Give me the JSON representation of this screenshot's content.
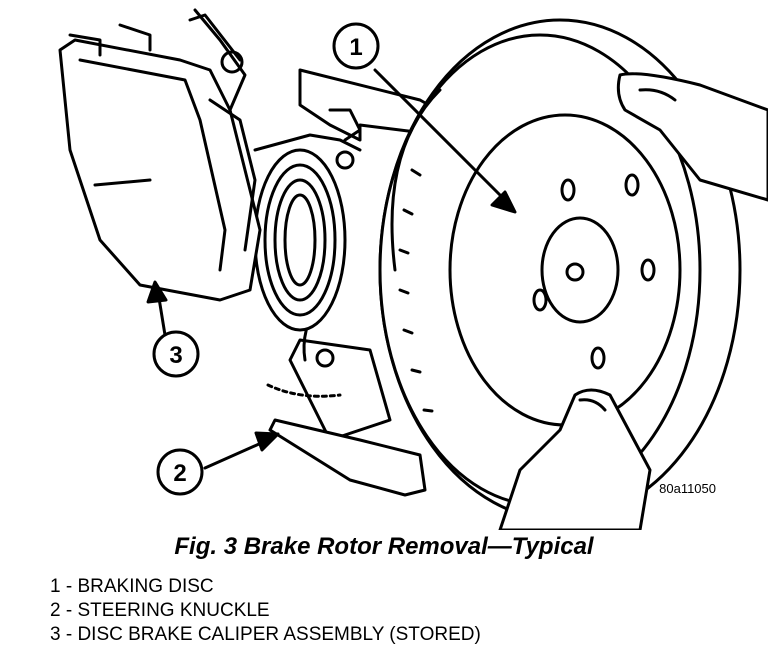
{
  "figure": {
    "image_code": "80a11050",
    "callouts": [
      {
        "number": "1"
      },
      {
        "number": "2"
      },
      {
        "number": "3"
      }
    ]
  },
  "caption": "Fig. 3 Brake Rotor Removal—Typical",
  "legend": [
    "1 - BRAKING DISC",
    "2 - STEERING KNUCKLE",
    "3 - DISC BRAKE CALIPER ASSEMBLY (STORED)"
  ]
}
